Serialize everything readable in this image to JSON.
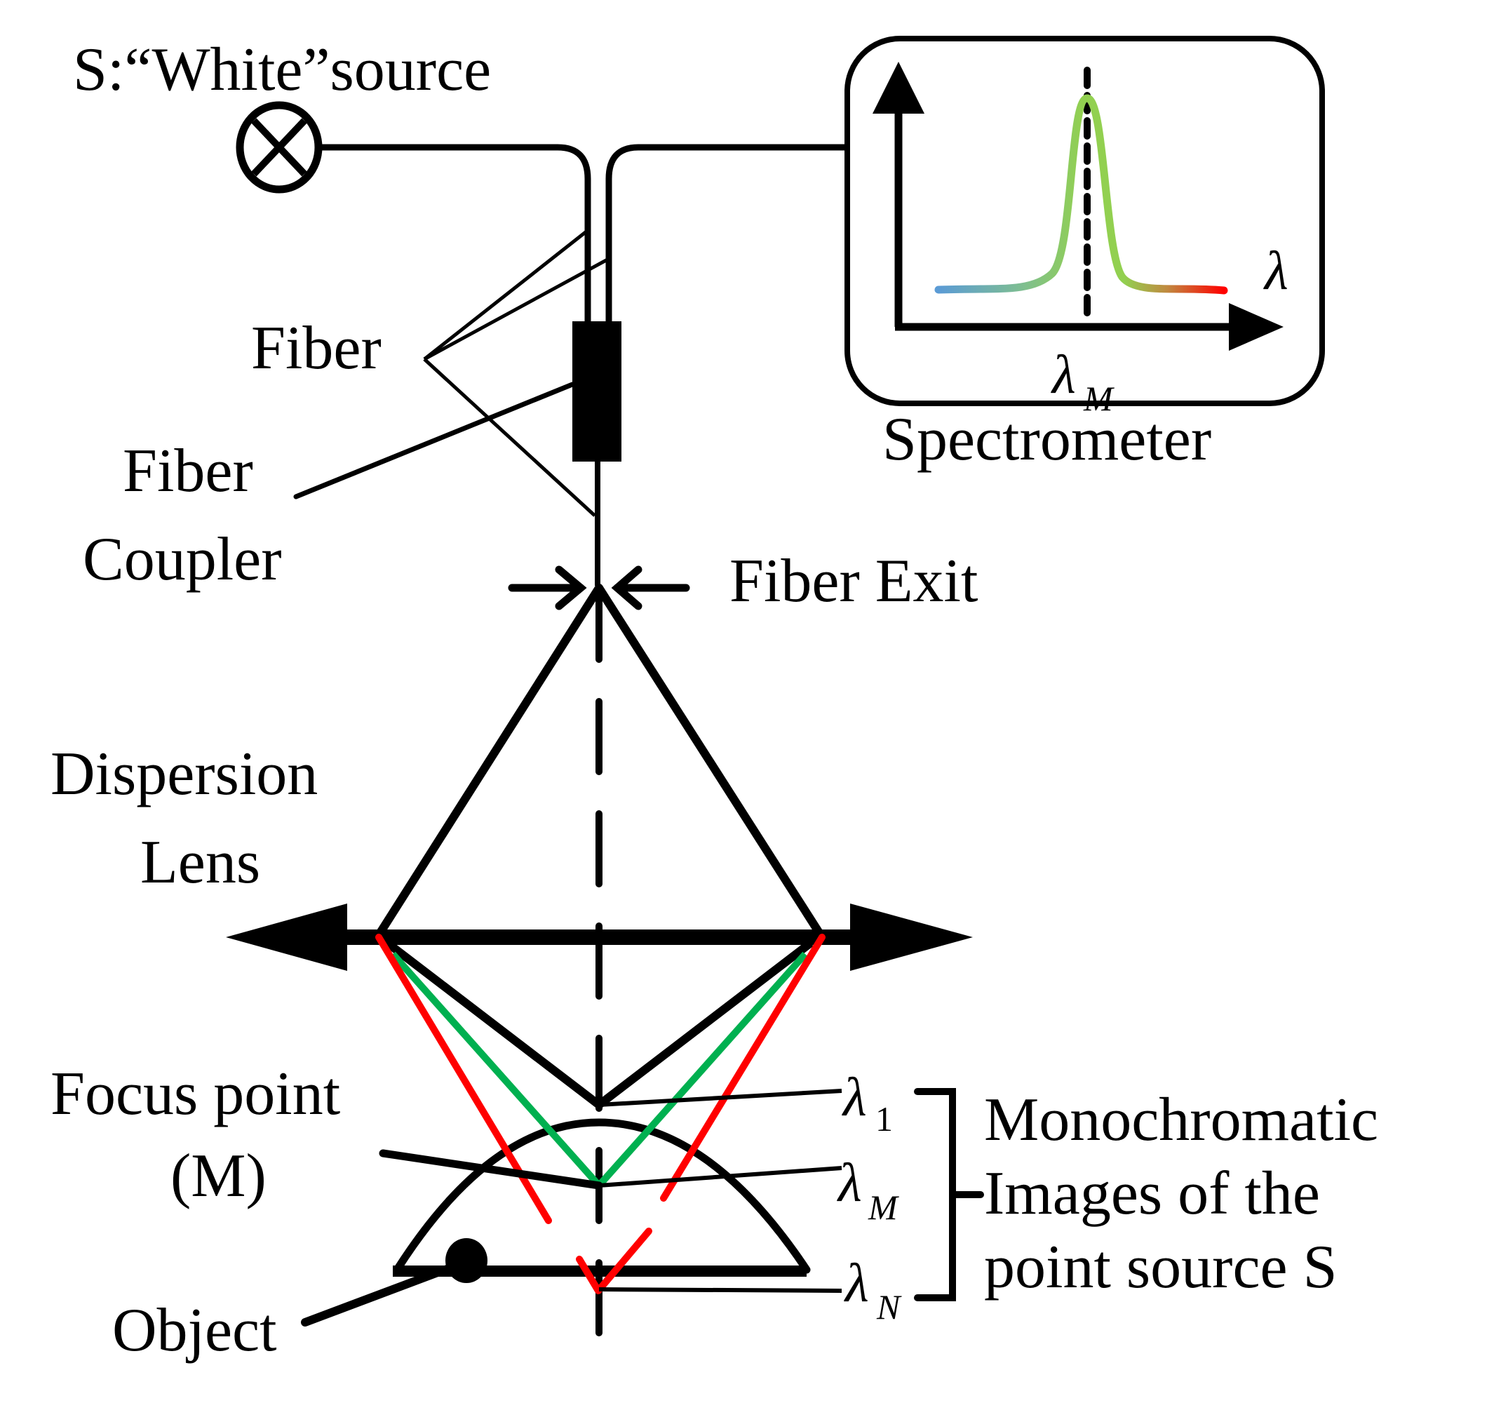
{
  "figure": {
    "title": "Chromatic confocal measurement principle",
    "labels": {
      "source": "S:“White”source",
      "fiber": "Fiber",
      "fiber_coupler_line1": "Fiber",
      "fiber_coupler_line2": "Coupler",
      "fiber_exit": "Fiber Exit",
      "dispersion_lens_line1": "Dispersion",
      "dispersion_lens_line2": "Lens",
      "focus_point_line1": "Focus point",
      "focus_point_line2": "(M)",
      "object": "Object",
      "spectrometer": "Spectrometer",
      "mono_line1": "Monochromatic",
      "mono_line2": "Images of the",
      "mono_line3": "point source S"
    },
    "wavelength_labels": {
      "lambda_symbol": "λ",
      "lambda_1_sub": "1",
      "lambda_m_sub": "M",
      "lambda_n_sub": "N"
    },
    "spectrometer_plot": {
      "x_axis_label": "λ",
      "peak_label": "λ",
      "peak_label_sub": "M",
      "curve_gradient": [
        "#5b9bd5",
        "#7fbf7f",
        "#92d050",
        "#92d050",
        "#c0a040",
        "#ff0000"
      ]
    },
    "ray_colors": {
      "focus_1": "#000000",
      "focus_m": "#00b050",
      "focus_n": "#ff0000"
    }
  }
}
